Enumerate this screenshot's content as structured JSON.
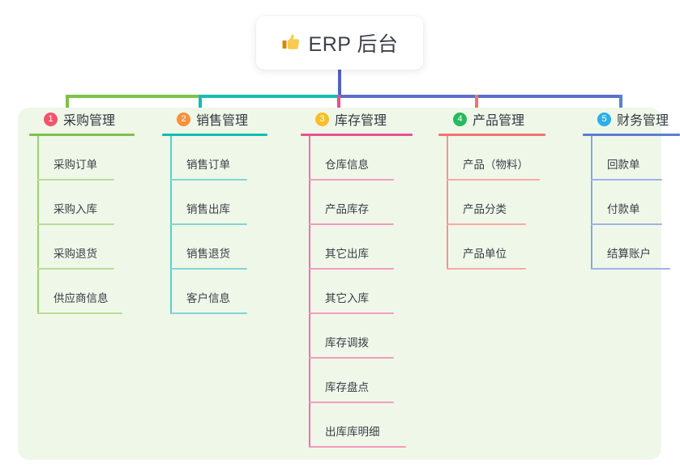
{
  "root": {
    "icon": "thumbs-up-icon",
    "title": "ERP 后台"
  },
  "colors": {
    "panel_bg": "#eff7e9",
    "page_bg": "#ffffff",
    "trunk": "#4f62c6",
    "branch_green": "#7dc24b",
    "branch_teal": "#13bdb4",
    "branch_blue": "#5b6fc9",
    "col1_line": "#7dc24b",
    "col2_line": "#13bdb4",
    "col3_line": "#e8518f",
    "col4_line": "#f4726f",
    "col5_line": "#5b7fd4",
    "badge1": "#f2556b",
    "badge2": "#f6923b",
    "badge3": "#f7c028",
    "badge4": "#27ba5c",
    "badge5": "#2bb0e8",
    "title_text": "#32383f",
    "item_text": "#3a4046"
  },
  "columns": [
    {
      "number": "1",
      "title": "采购管理",
      "badge_color": "#f2556b",
      "line_color": "#7dc24b",
      "line_light": "#b9dd95",
      "items": [
        "采购订单",
        "采购入库",
        "采购退货",
        "供应商信息"
      ]
    },
    {
      "number": "2",
      "title": "销售管理",
      "badge_color": "#f6923b",
      "line_color": "#13bdb4",
      "line_light": "#7fd7d2",
      "items": [
        "销售订单",
        "销售出库",
        "销售退货",
        "客户信息"
      ]
    },
    {
      "number": "3",
      "title": "库存管理",
      "badge_color": "#f7c028",
      "line_color": "#e8518f",
      "line_light": "#f29cbf",
      "items": [
        "仓库信息",
        "产品库存",
        "其它出库",
        "其它入库",
        "库存调拨",
        "库存盘点",
        "出库库明细"
      ]
    },
    {
      "number": "4",
      "title": "产品管理",
      "badge_color": "#27ba5c",
      "line_color": "#f4726f",
      "line_light": "#f8a9a6",
      "items": [
        "产品（物料）",
        "产品分类",
        "产品单位"
      ]
    },
    {
      "number": "5",
      "title": "财务管理",
      "badge_color": "#2bb0e8",
      "line_color": "#5b7fd4",
      "line_light": "#9db4e5",
      "items": [
        "回款单",
        "付款单",
        "结算账户"
      ]
    }
  ]
}
